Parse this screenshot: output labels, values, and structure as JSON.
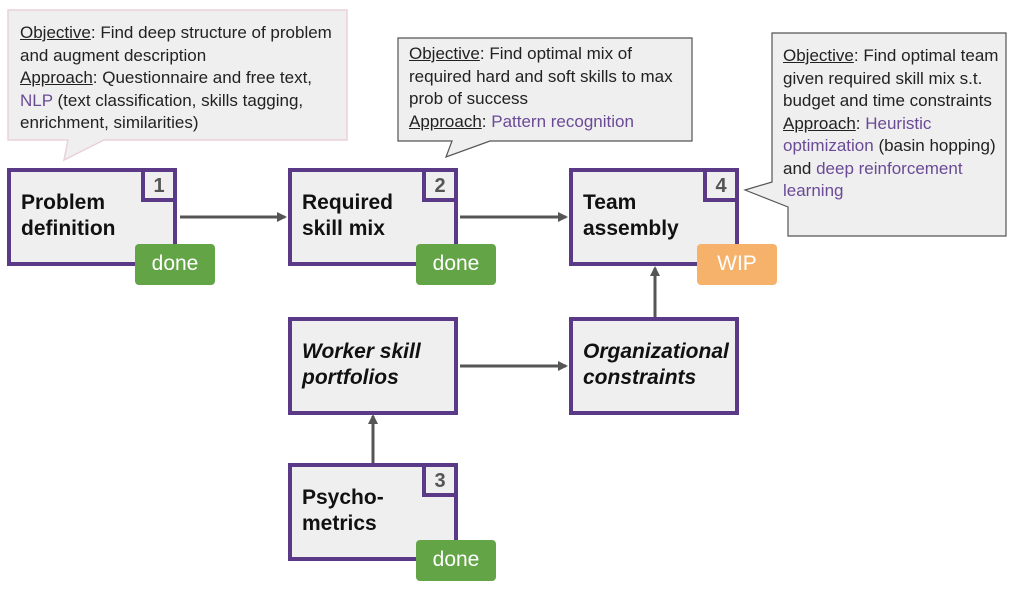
{
  "colors": {
    "box_border": "#5a3a86",
    "box_fill": "#efefef",
    "done": "#62a446",
    "wip": "#f6b26b",
    "highlight": "#6a4a96",
    "arrow": "#555555"
  },
  "steps": {
    "problem": {
      "title": "Problem\ndefinition",
      "number": "1",
      "status": "done"
    },
    "skillmix": {
      "title": "Required\nskill mix",
      "number": "2",
      "status": "done"
    },
    "team": {
      "title": "Team\nassembly",
      "number": "4",
      "status": "WIP"
    },
    "worker": {
      "title": "Worker skill\nportfolios"
    },
    "org": {
      "title": "Organizational\nconstraints"
    },
    "psycho": {
      "title": "Psycho-\nmetrics",
      "number": "3",
      "status": "done"
    }
  },
  "callouts": {
    "c1": {
      "objective_label": "Objective",
      "objective_text": ": Find deep structure of problem and augment description",
      "approach_label": "Approach",
      "approach_text": ": Questionnaire and free text, ",
      "approach_hl": "NLP",
      "approach_rest": " (text classification, skills tagging, enrichment, similarities)"
    },
    "c2": {
      "objective_label": "Objective",
      "objective_text": ": Find optimal mix of required hard and soft skills to max prob of success",
      "approach_label": "Approach",
      "approach_text": ": ",
      "approach_hl": "Pattern recognition"
    },
    "c3": {
      "objective_label": "Objective",
      "objective_text": ": Find optimal team given required skill mix s.t. budget and time constraints",
      "approach_label": "Approach",
      "approach_text": ": ",
      "approach_hl": "Heuristic optimization",
      "approach_mid": " (basin hopping) and ",
      "approach_hl2": "deep reinforcement learning"
    }
  }
}
